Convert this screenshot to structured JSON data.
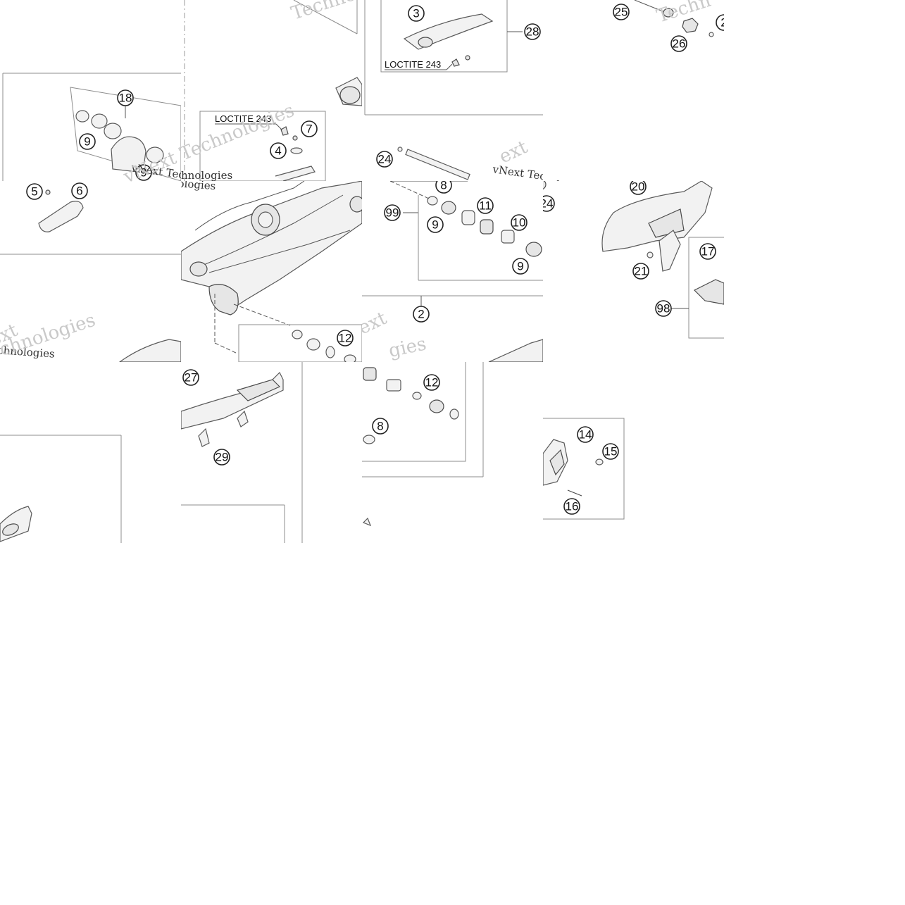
{
  "diagram": {
    "callouts": {
      "c3": "3",
      "c28": "28",
      "c25": "25",
      "c26": "26",
      "c2a": "2",
      "c18": "18",
      "c9a": "9",
      "c9b": "9",
      "c5": "5",
      "c6": "6",
      "c7": "7",
      "c4": "4",
      "c24a": "24",
      "c8a": "8",
      "c99": "99",
      "c11": "11",
      "c9c": "9",
      "c10": "10",
      "c9d": "9",
      "c2": "2",
      "c24b": "24",
      "c20": "20",
      "c17": "17",
      "c21": "21",
      "c98": "98",
      "c12a": "12",
      "c27": "27",
      "c29": "29",
      "c12b": "12",
      "c8b": "8",
      "c14": "14",
      "c15": "15",
      "c16": "16"
    },
    "labels": {
      "loctite_top": "LOCTITE 243",
      "loctite_mid": "LOCTITE 243"
    },
    "watermarks": {
      "brand_full": "vNext Technologies",
      "brand_partial_1": "vNext Tec",
      "brand_partial_2": "hnologies",
      "brand_partial_3": "Techno",
      "brand_partial_4": "Techn",
      "brand_partial_5": "ext",
      "brand_partial_6": "chnologies",
      "brand_partial_7": "vNext Tec",
      "brand_partial_8": "nologies",
      "brand_partial_9": "echnologies",
      "brand_partial_10": "ext",
      "brand_partial_11": "gies",
      "brand_partial_12": "T"
    }
  }
}
